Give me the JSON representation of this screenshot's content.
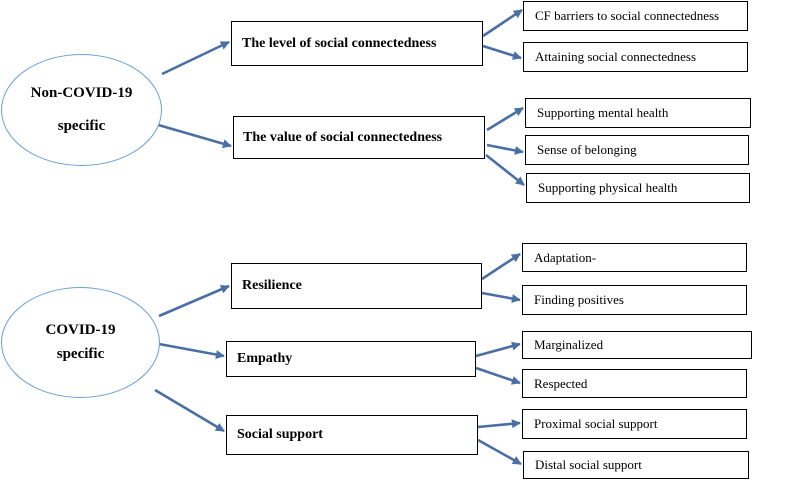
{
  "categories": [
    {
      "label_line1": "Non-COVID-19",
      "label_line2": "specific",
      "themes": [
        {
          "label": "The level of social connectedness",
          "subthemes": [
            "CF barriers to social connectedness",
            "Attaining social connectedness"
          ]
        },
        {
          "label": "The value of social connectedness",
          "subthemes": [
            "Supporting mental health",
            "Sense of belonging",
            "Supporting physical health"
          ]
        }
      ]
    },
    {
      "label_line1": "COVID-19",
      "label_line2": "specific",
      "themes": [
        {
          "label": "Resilience",
          "subthemes": [
            "Adaptation-",
            "Finding positives"
          ]
        },
        {
          "label": "Empathy",
          "subthemes": [
            "Marginalized",
            "Respected"
          ]
        },
        {
          "label": "Social support",
          "subthemes": [
            "Proximal social support",
            "Distal social support"
          ]
        }
      ]
    }
  ],
  "colors": {
    "ellipse_border": "#6a9fd0",
    "arrow": "#4a6fa5",
    "box_border": "#000000"
  }
}
